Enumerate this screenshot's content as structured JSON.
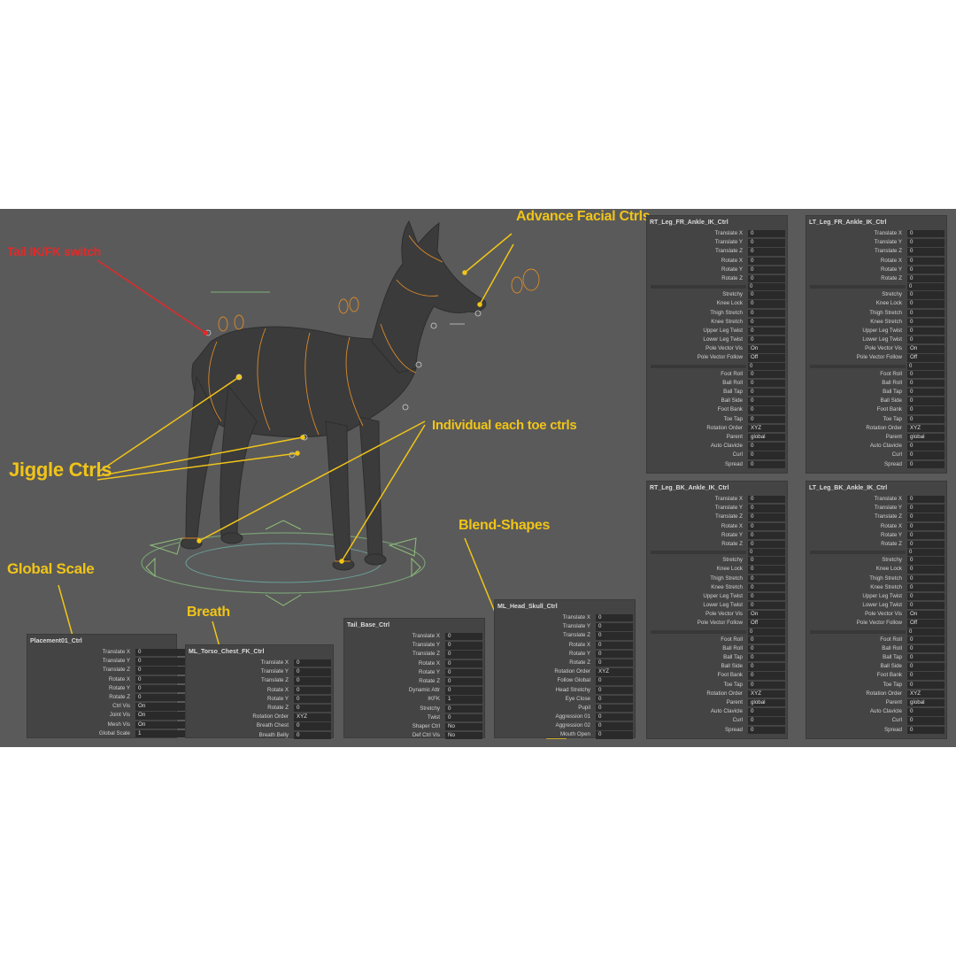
{
  "annotations": {
    "tail_switch": "Tail IK/FK switch",
    "advance_facial": "Advance Facial Ctrls",
    "jiggle": "Jiggle Ctrls",
    "toe": "Individual each toe ctrls",
    "blend_shapes": "Blend-Shapes",
    "global_scale": "Global Scale",
    "breath": "Breath"
  },
  "colors": {
    "annotation": "#f0c419",
    "annotation_red": "#e12a2a",
    "viewport_bg": "#5a5a5a",
    "panel_bg": "#444444",
    "field_bg": "#2a2a2a",
    "rig_curve": "#d98a2a",
    "model": "#3a3a3a"
  },
  "panels": {
    "placement": {
      "title": "Placement01_Ctrl",
      "rows": [
        {
          "label": "Translate X",
          "value": "0"
        },
        {
          "label": "Translate Y",
          "value": "0"
        },
        {
          "label": "Translate Z",
          "value": "0"
        },
        {
          "label": "Rotate X",
          "value": "0"
        },
        {
          "label": "Rotate Y",
          "value": "0"
        },
        {
          "label": "Rotate Z",
          "value": "0"
        },
        {
          "label": "Ctrl Vis",
          "value": "On"
        },
        {
          "label": "Joint Vis",
          "value": "On"
        },
        {
          "label": "Mesh Vis",
          "value": "On"
        },
        {
          "label": "Global Scale",
          "value": "1"
        }
      ]
    },
    "torso": {
      "title": "ML_Torso_Chest_FK_Ctrl",
      "rows": [
        {
          "label": "Translate X",
          "value": "0"
        },
        {
          "label": "Translate Y",
          "value": "0"
        },
        {
          "label": "Translate Z",
          "value": "0"
        },
        {
          "label": "Rotate X",
          "value": "0"
        },
        {
          "label": "Rotate Y",
          "value": "0"
        },
        {
          "label": "Rotate Z",
          "value": "0"
        },
        {
          "label": "Rotation Order",
          "value": "XYZ"
        },
        {
          "label": "Breath Chest",
          "value": "0"
        },
        {
          "label": "Breath Belly",
          "value": "0"
        }
      ]
    },
    "tail": {
      "title": "Tail_Base_Ctrl",
      "rows": [
        {
          "label": "Translate X",
          "value": "0"
        },
        {
          "label": "Translate Y",
          "value": "0"
        },
        {
          "label": "Translate Z",
          "value": "0"
        },
        {
          "label": "Rotate X",
          "value": "0"
        },
        {
          "label": "Rotate Y",
          "value": "0"
        },
        {
          "label": "Rotate Z",
          "value": "0"
        },
        {
          "label": "Dynamic Attr",
          "value": "0"
        },
        {
          "label": "IKFK",
          "value": "1"
        },
        {
          "label": "Stretchy",
          "value": "0"
        },
        {
          "label": "Twist",
          "value": "0"
        },
        {
          "label": "Shaper Ctrl",
          "value": "No"
        },
        {
          "label": "Def Ctrl Vis",
          "value": "No"
        }
      ]
    },
    "head": {
      "title": "ML_Head_Skull_Ctrl",
      "rows": [
        {
          "label": "Translate X",
          "value": "0"
        },
        {
          "label": "Translate Y",
          "value": "0"
        },
        {
          "label": "Translate Z",
          "value": "0"
        },
        {
          "label": "Rotate X",
          "value": "0"
        },
        {
          "label": "Rotate Y",
          "value": "0"
        },
        {
          "label": "Rotate Z",
          "value": "0"
        },
        {
          "label": "Rotation Order",
          "value": "XYZ"
        },
        {
          "label": "Follow Global",
          "value": "0"
        },
        {
          "label": "Head Stretchy",
          "value": "0"
        },
        {
          "label": "Eye Close",
          "value": "0"
        },
        {
          "label": "Pupil",
          "value": "0"
        },
        {
          "label": "Aggression 01",
          "value": "0"
        },
        {
          "label": "Aggression 02",
          "value": "0"
        },
        {
          "label": "Mouth Open",
          "value": "0"
        }
      ]
    },
    "legs": [
      {
        "title": "RT_Leg_FR_Ankle_IK_Ctrl"
      },
      {
        "title": "LT_Leg_FR_Ankle_IK_Ctrl"
      },
      {
        "title": "RT_Leg_BK_Ankle_IK_Ctrl"
      },
      {
        "title": "LT_Leg_BK_Ankle_IK_Ctrl"
      }
    ],
    "leg_rows": [
      {
        "label": "Translate X",
        "value": "0"
      },
      {
        "label": "Translate Y",
        "value": "0"
      },
      {
        "label": "Translate Z",
        "value": "0"
      },
      {
        "label": "Rotate X",
        "value": "0"
      },
      {
        "label": "Rotate Y",
        "value": "0"
      },
      {
        "label": "Rotate Z",
        "value": "0"
      },
      {
        "sep": true,
        "value": "0"
      },
      {
        "label": "Stretchy",
        "value": "0"
      },
      {
        "label": "Knee Lock",
        "value": "0"
      },
      {
        "label": "Thigh Stretch",
        "value": "0"
      },
      {
        "label": "Knee Stretch",
        "value": "0"
      },
      {
        "label": "Upper Leg Twist",
        "value": "0"
      },
      {
        "label": "Lower Leg Twist",
        "value": "0"
      },
      {
        "label": "Pole Vector Vis",
        "value": "On"
      },
      {
        "label": "Pole Vector Follow",
        "value": "Off"
      },
      {
        "sep": true,
        "value": "0"
      },
      {
        "label": "Foot Roll",
        "value": "0"
      },
      {
        "label": "Ball Roll",
        "value": "0"
      },
      {
        "label": "Ball Tap",
        "value": "0"
      },
      {
        "label": "Ball Side",
        "value": "0"
      },
      {
        "label": "Foot Bank",
        "value": "0"
      },
      {
        "label": "Toe Tap",
        "value": "0"
      },
      {
        "label": "Rotation Order",
        "value": "XYZ"
      },
      {
        "label": "Parent",
        "value": "global"
      },
      {
        "label": "Auto Clavicle",
        "value": "0"
      },
      {
        "label": "Curl",
        "value": "0"
      },
      {
        "label": "Spread",
        "value": "0"
      }
    ]
  }
}
